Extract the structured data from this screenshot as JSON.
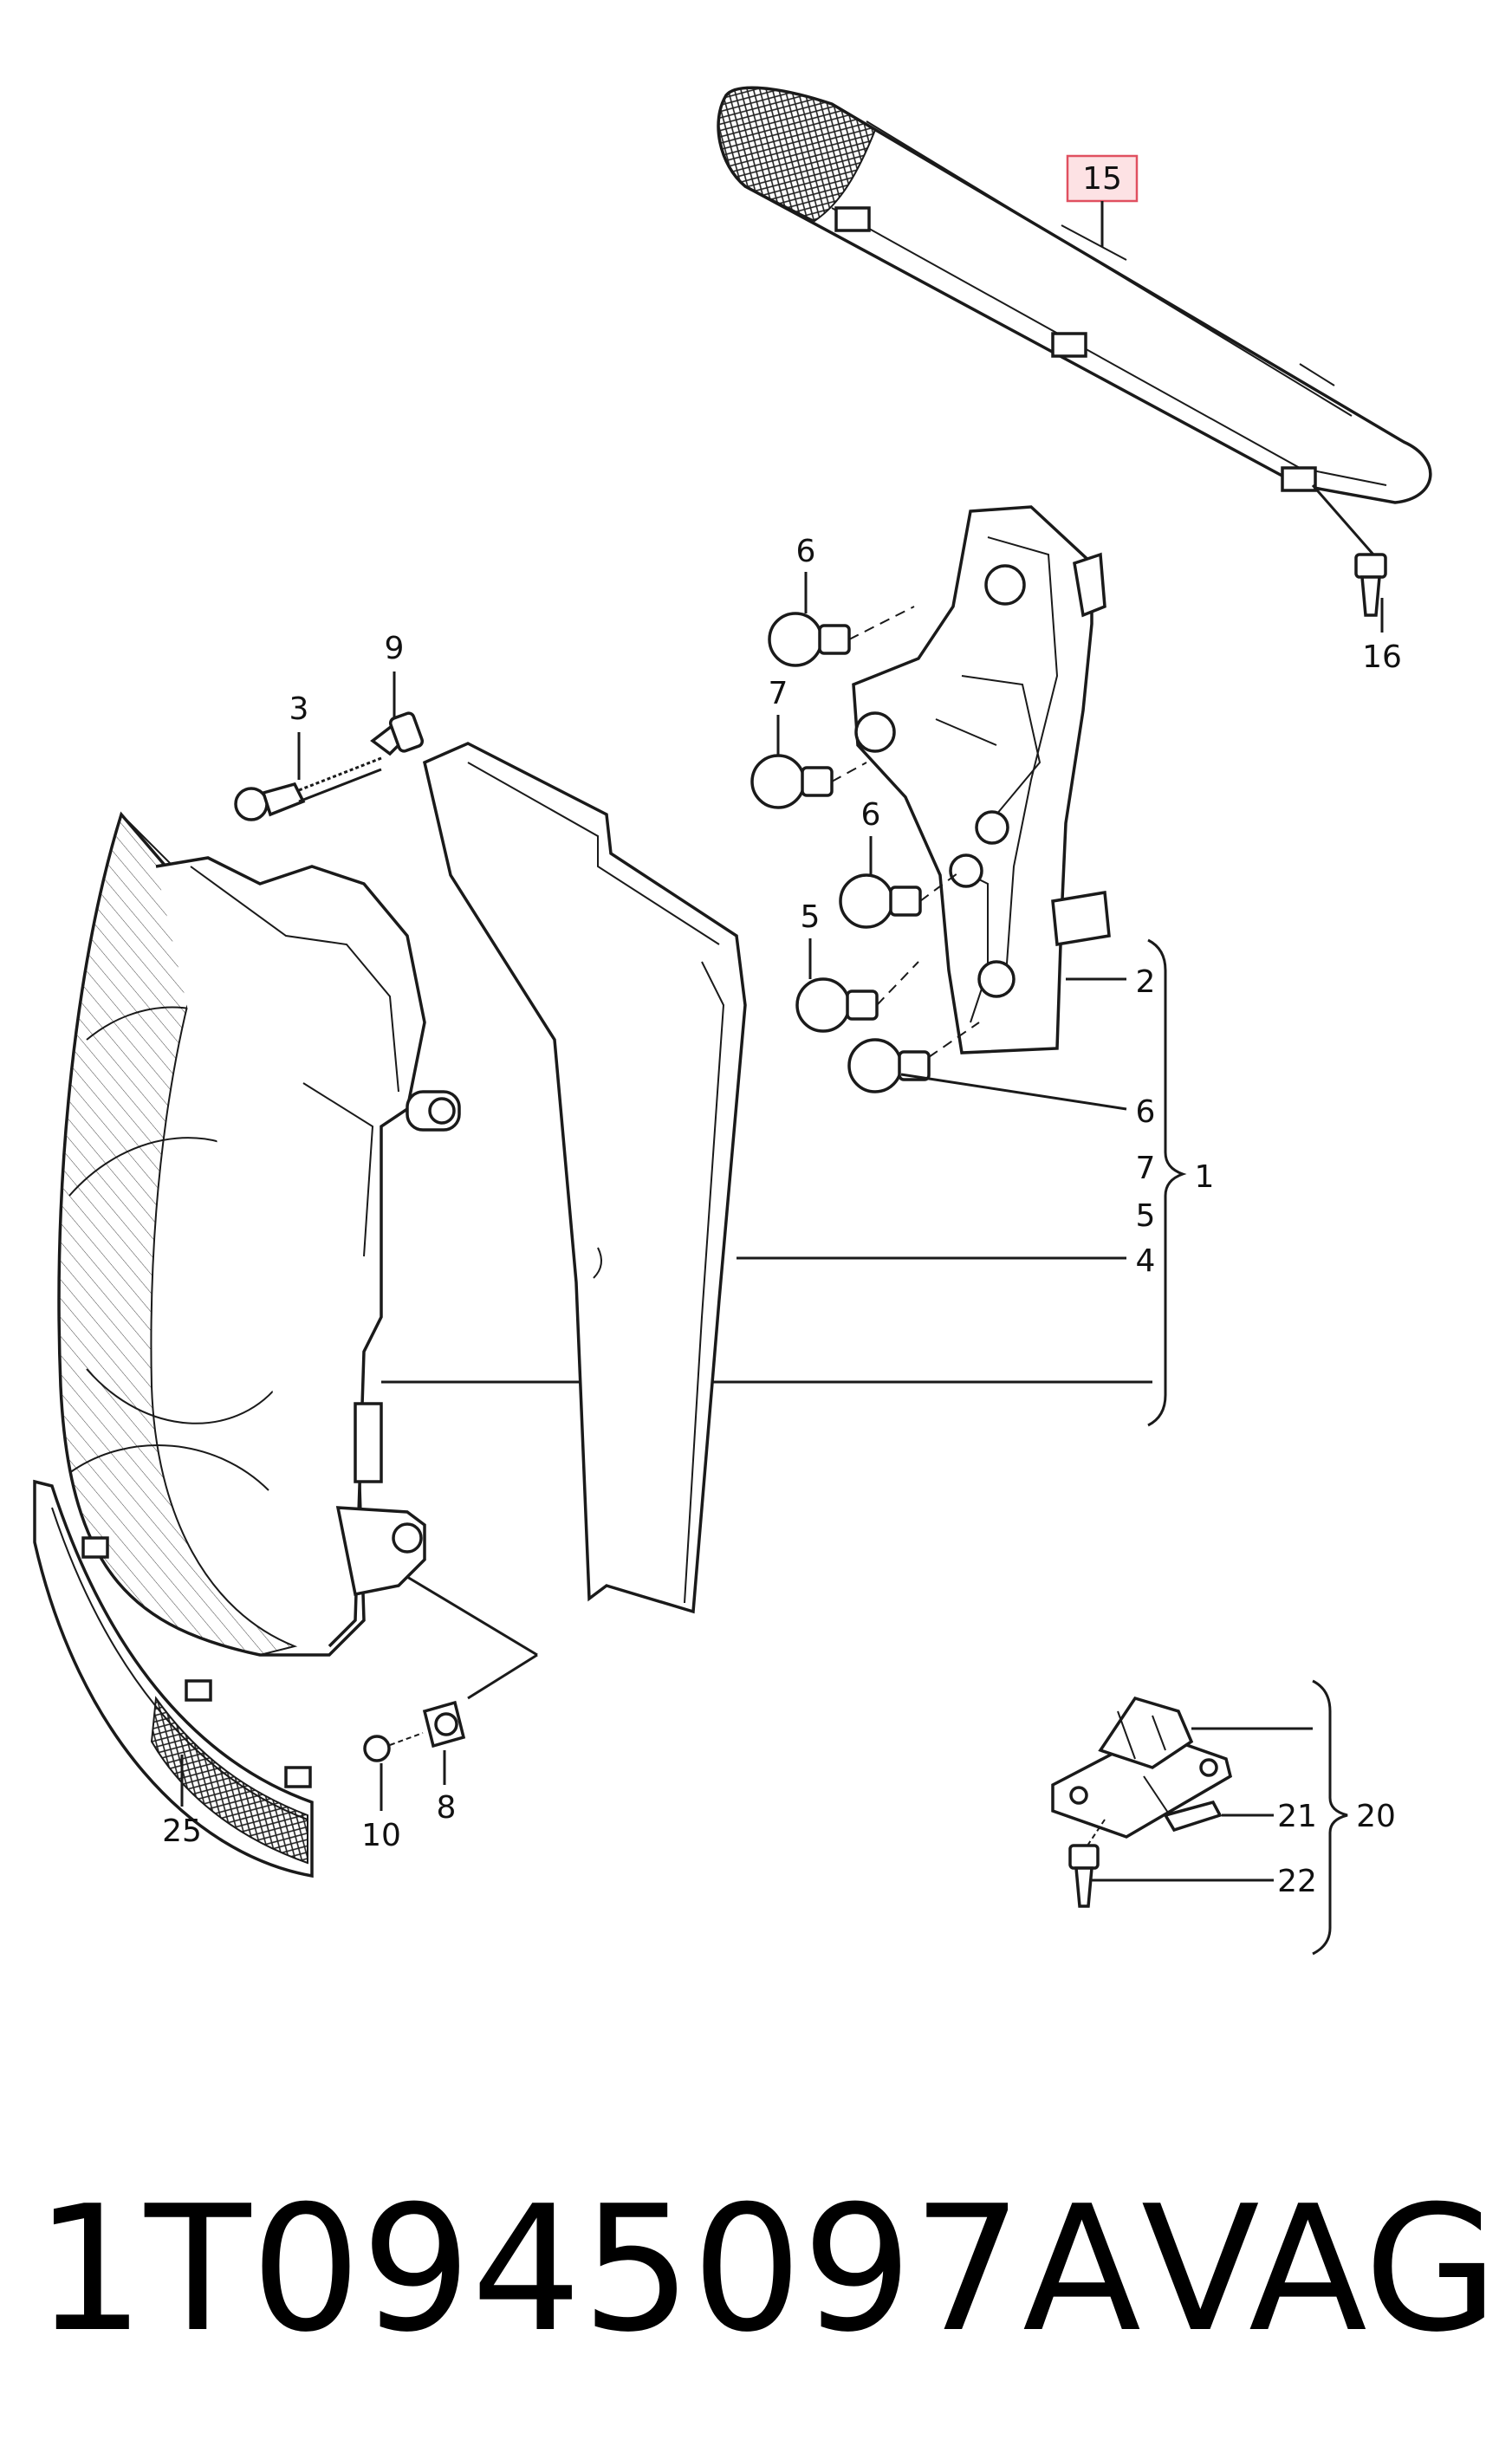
{
  "callouts": {
    "c1": "1",
    "c2": "2",
    "c3": "3",
    "c4": "4",
    "c5a": "5",
    "c5b": "5",
    "c6a": "6",
    "c6b": "6",
    "c6c": "6",
    "c7a": "7",
    "c7b": "7",
    "c8": "8",
    "c9": "9",
    "c10": "10",
    "c15": "15",
    "c16": "16",
    "c20": "20",
    "c21": "21",
    "c22": "22",
    "c25": "25"
  },
  "caption": {
    "part_number": "1T0945097A",
    "brand": "VAG"
  },
  "colors": {
    "highlight_fill": "#fde2e4",
    "highlight_stroke": "#e05060",
    "line": "#1a1a1a"
  }
}
